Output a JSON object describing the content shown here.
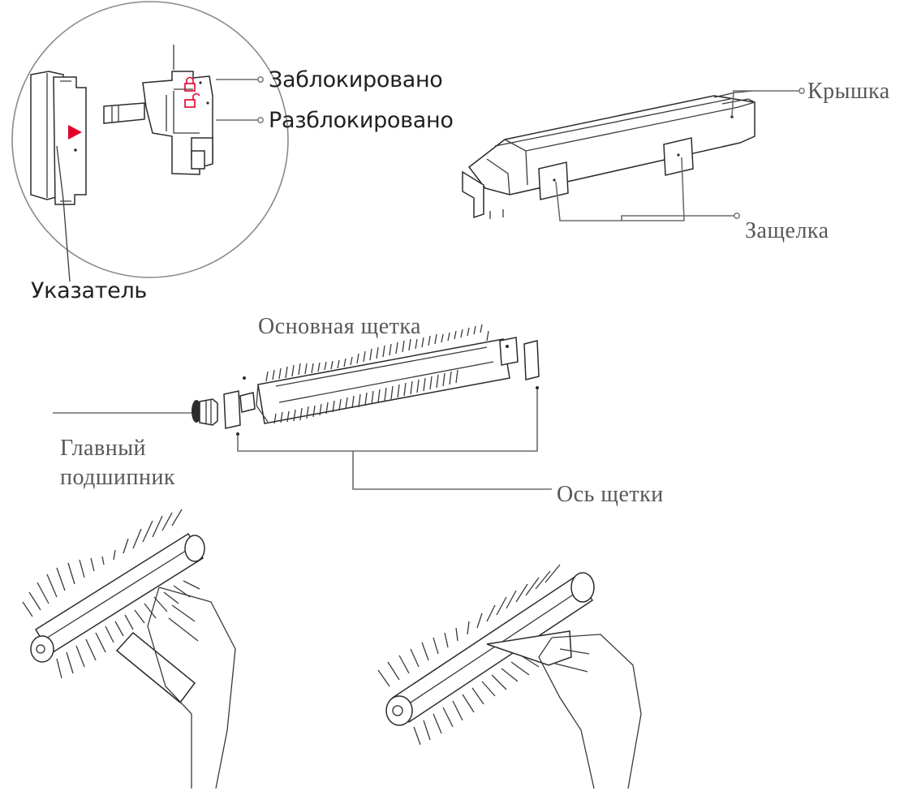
{
  "labels": {
    "locked": "Заблокировано",
    "unlocked": "Разблокировано",
    "indicator": "Указатель",
    "cover": "Крышка",
    "latch": "Защелка",
    "main_brush": "Основная щетка",
    "main_bearing": "Главный\nподшипник",
    "brush_axis": "Ось щетки"
  },
  "colors": {
    "accent": "#e3002b",
    "label_sans": "#231f20",
    "label_serif": "#595757",
    "line": "#6d6d6d"
  },
  "icons": {
    "locked": "padlock-closed-icon",
    "unlocked": "padlock-open-icon",
    "indicator": "red-triangle-pointer-icon"
  }
}
